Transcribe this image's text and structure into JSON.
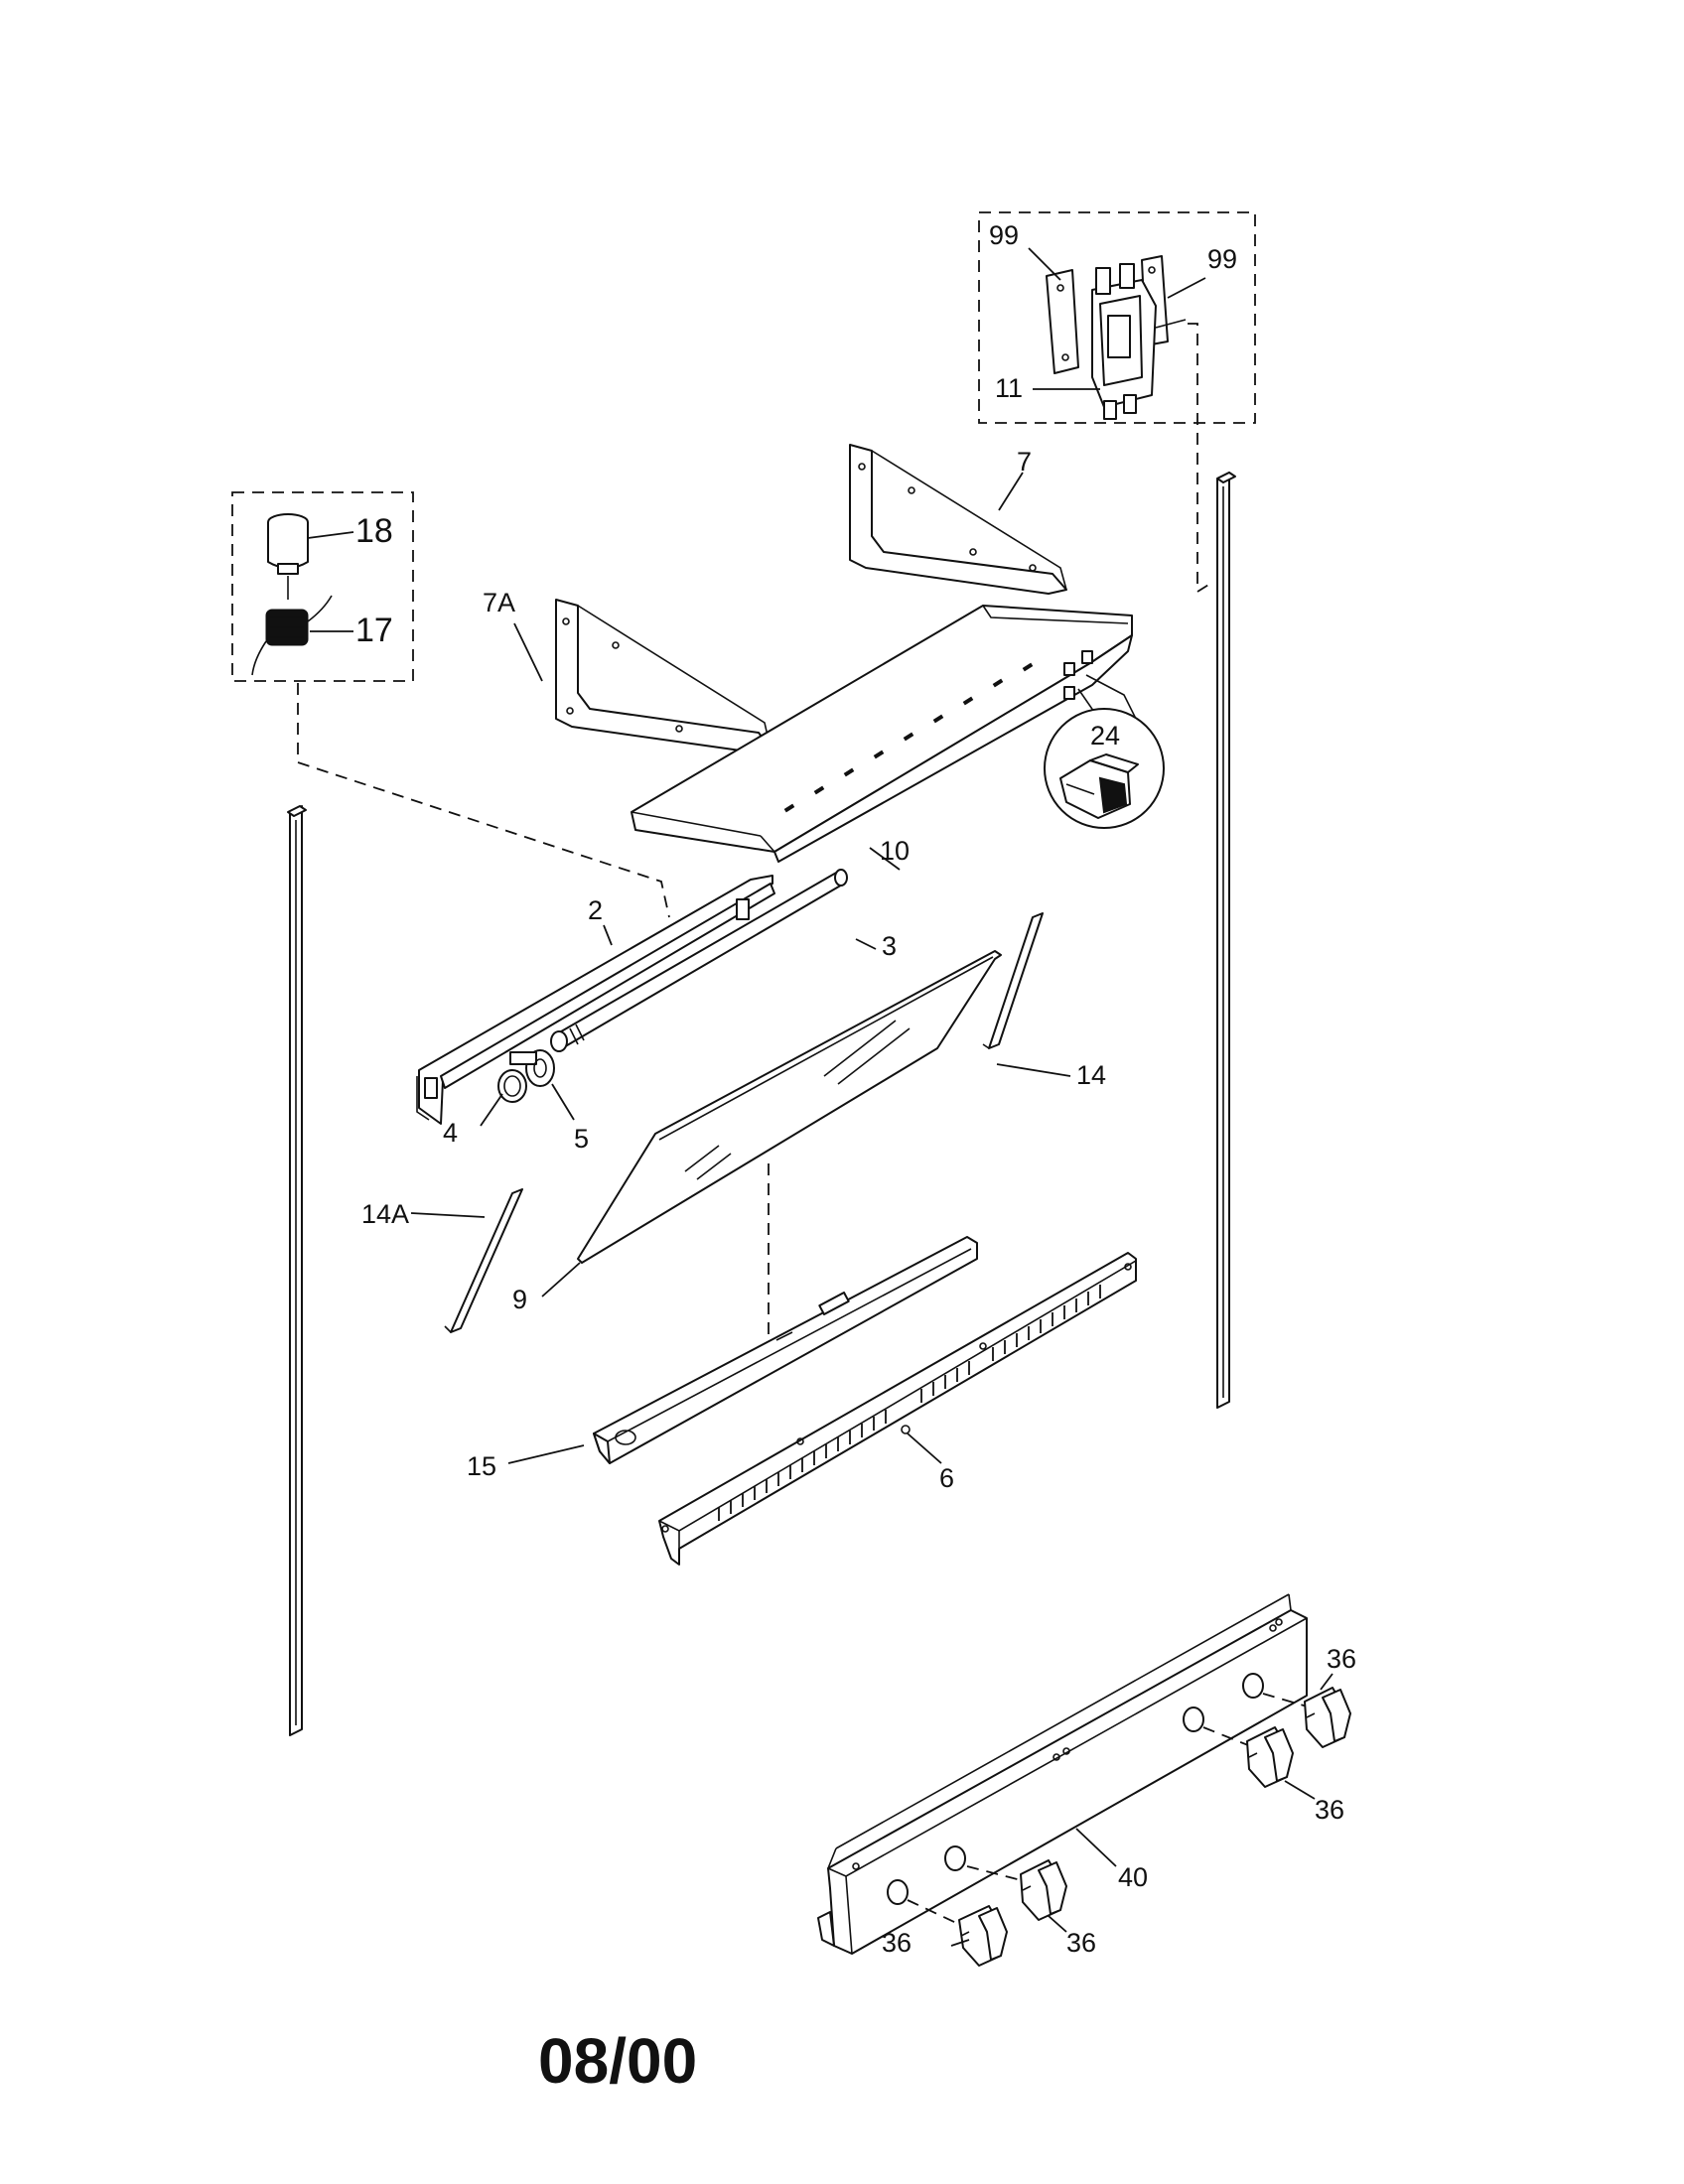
{
  "diagram": {
    "date_code": "08/00",
    "callouts": {
      "c99a": "99",
      "c99b": "99",
      "c11": "11",
      "c7": "7",
      "c7a": "7A",
      "c18": "18",
      "c17": "17",
      "c24": "24",
      "c10": "10",
      "c2": "2",
      "c3": "3",
      "c14": "14",
      "c4": "4",
      "c5": "5",
      "c14a": "14A",
      "c9": "9",
      "c15": "15",
      "c6": "6",
      "c40": "40",
      "c36a": "36",
      "c36b": "36",
      "c36c": "36",
      "c36d": "36"
    }
  }
}
